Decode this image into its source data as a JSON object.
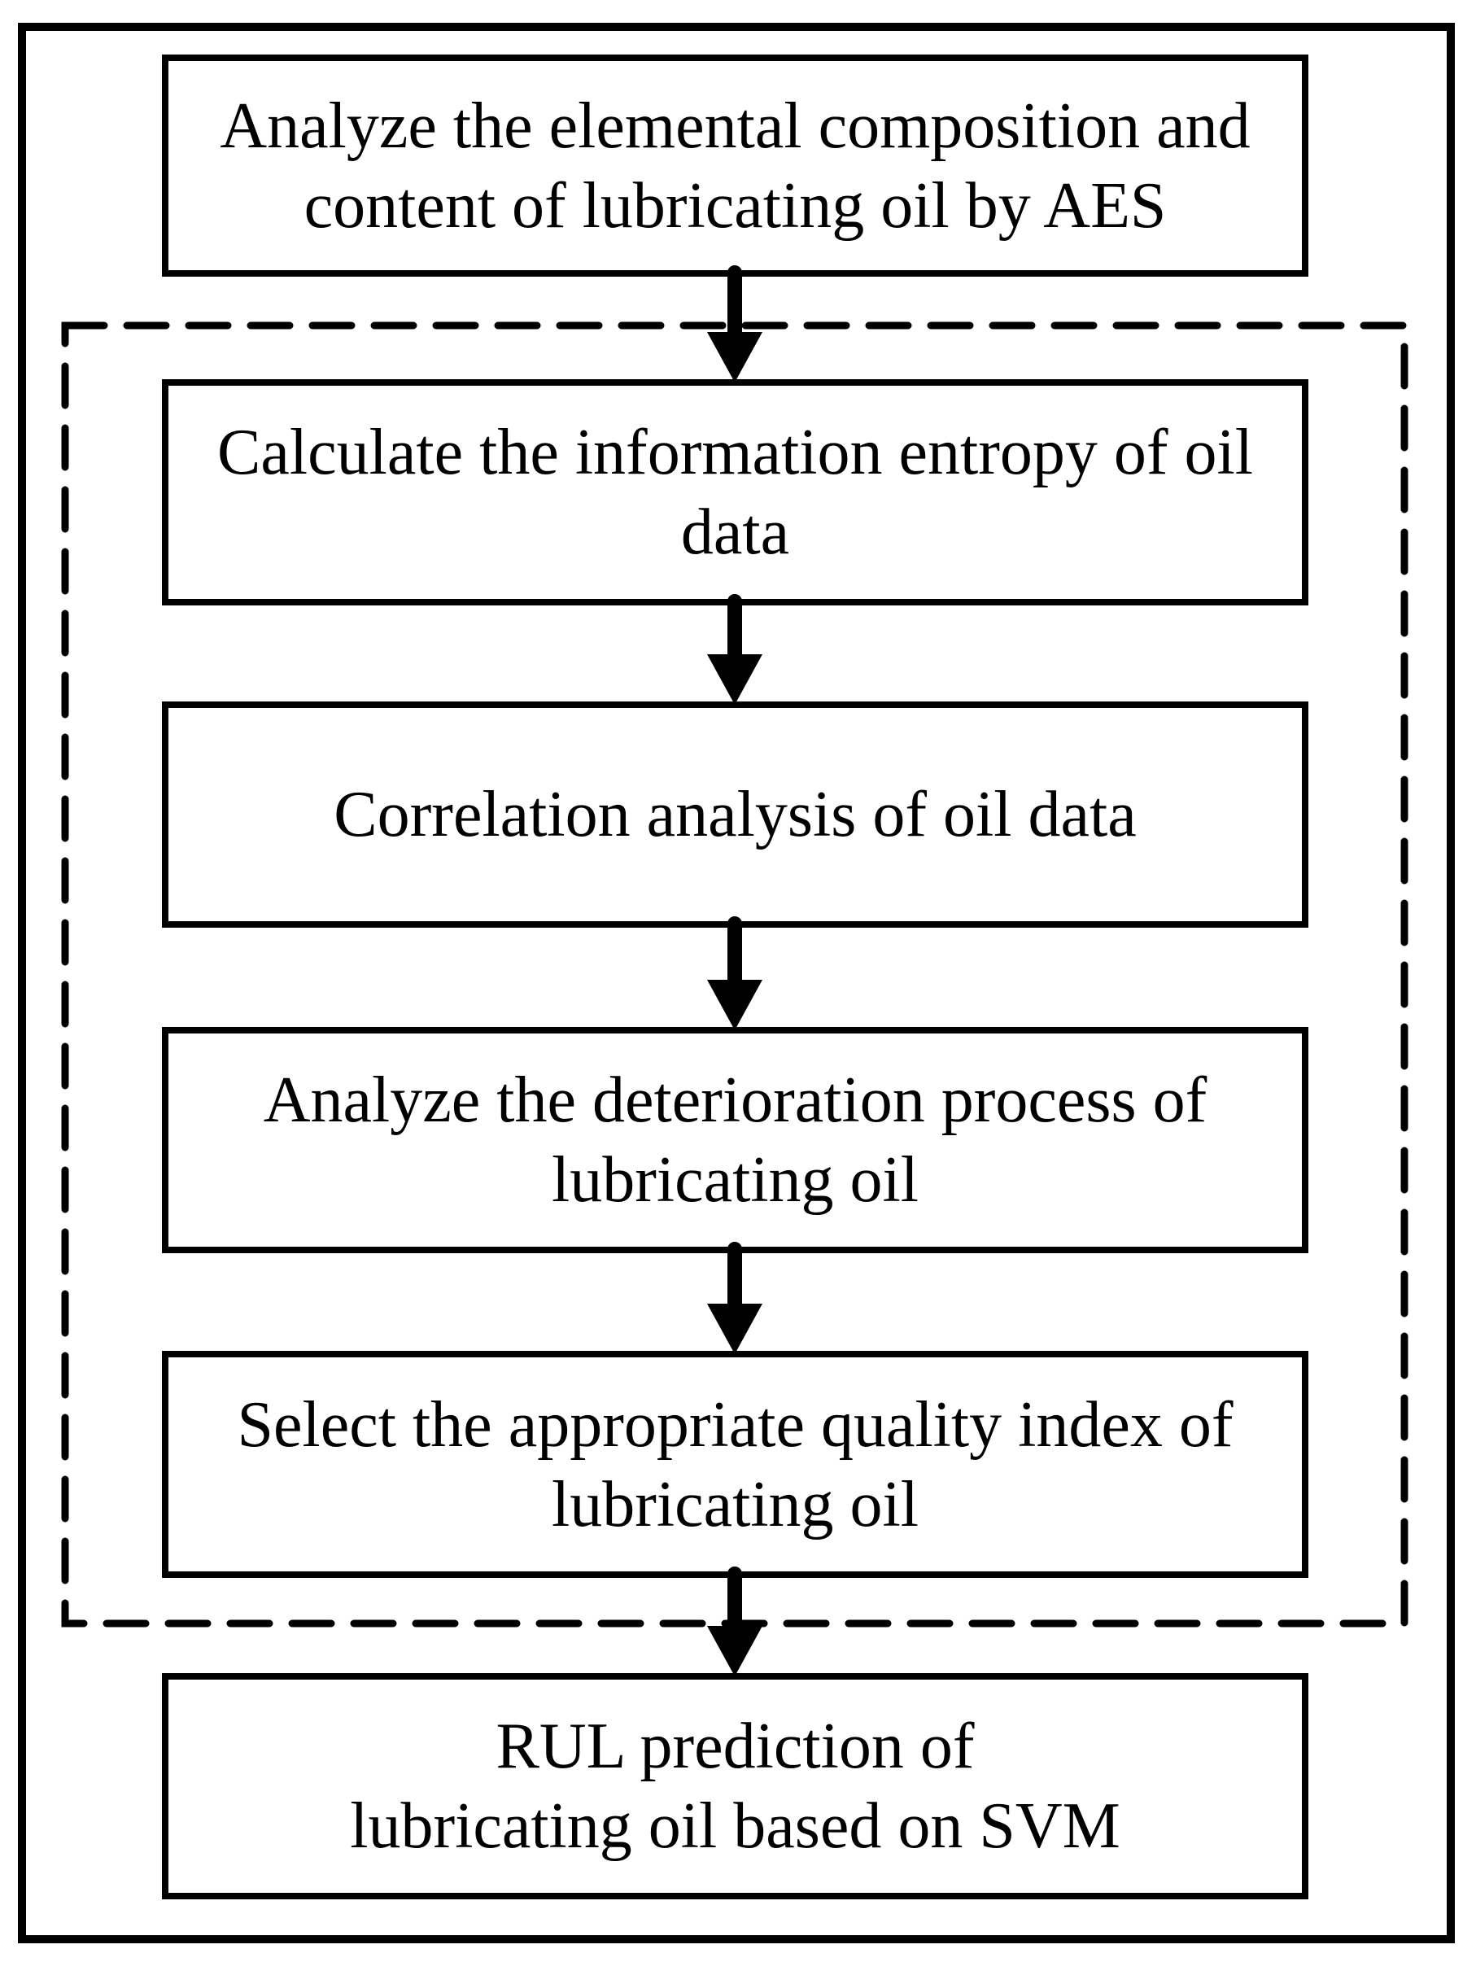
{
  "diagram": {
    "type": "flowchart",
    "steps": [
      {
        "id": "aes-analysis",
        "text": "Analyze the elemental composition and\ncontent of lubricating oil by AES"
      },
      {
        "id": "information-entropy",
        "text": "Calculate the information entropy of oil\ndata"
      },
      {
        "id": "correlation-analysis",
        "text": "Correlation analysis of oil data"
      },
      {
        "id": "deterioration-process",
        "text": "Analyze the deterioration process of\nlubricating oil"
      },
      {
        "id": "quality-index",
        "text": "Select the appropriate quality index of\nlubricating oil"
      },
      {
        "id": "rul-prediction",
        "text": "RUL prediction of\nlubricating oil based on SVM"
      }
    ],
    "groups": [
      {
        "id": "dashed-group",
        "contains": [
          "information-entropy",
          "correlation-analysis",
          "deterioration-process",
          "quality-index"
        ],
        "border_style": "dashed"
      }
    ],
    "connections": [
      {
        "from": "aes-analysis",
        "to": "information-entropy"
      },
      {
        "from": "information-entropy",
        "to": "correlation-analysis"
      },
      {
        "from": "correlation-analysis",
        "to": "deterioration-process"
      },
      {
        "from": "deterioration-process",
        "to": "quality-index"
      },
      {
        "from": "quality-index",
        "to": "rul-prediction"
      }
    ],
    "colors": {
      "line": "#000000",
      "text": "#000000",
      "background": "#ffffff"
    }
  }
}
